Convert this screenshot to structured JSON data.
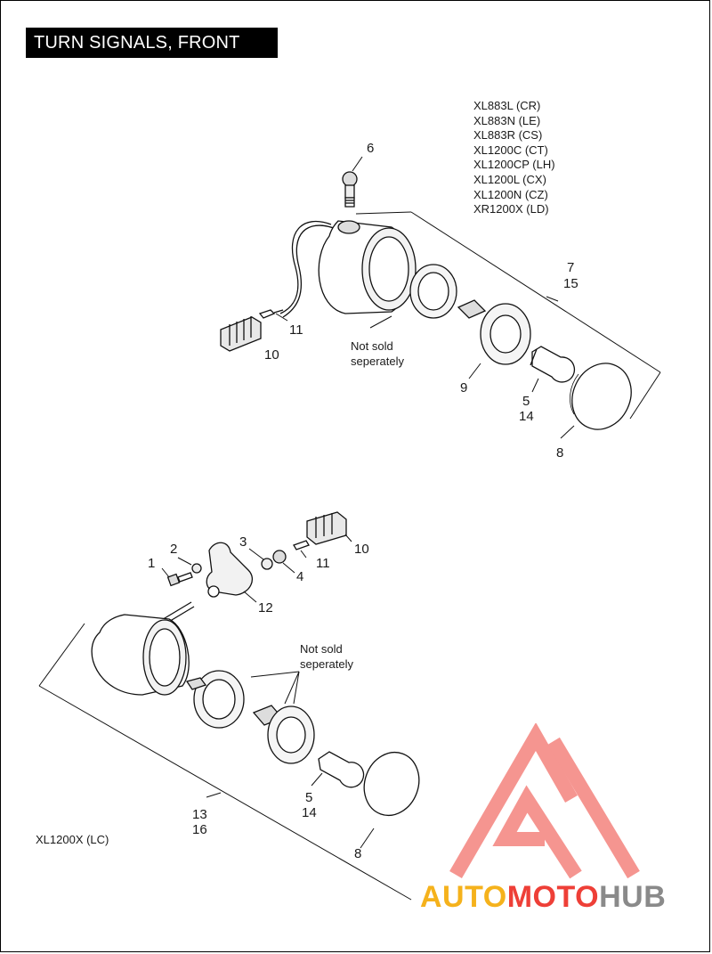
{
  "header": {
    "title": "TURN SIGNALS, FRONT"
  },
  "upper_assembly": {
    "models": [
      "XL883L (CR)",
      "XL883N (LE)",
      "XL883R (CS)",
      "XL1200C (CT)",
      "XL1200CP (LH)",
      "XL1200L (CX)",
      "XL1200N (CZ)",
      "XR1200X (LD)"
    ],
    "note": [
      "Not sold",
      "seperately"
    ],
    "callouts": {
      "c6": "6",
      "c7": "7",
      "c15": "15",
      "c11": "11",
      "c10": "10",
      "c9": "9",
      "c5": "5",
      "c14": "14",
      "c8": "8"
    }
  },
  "lower_assembly": {
    "model": "XL1200X (LC)",
    "note": [
      "Not sold",
      "seperately"
    ],
    "callouts": {
      "c1": "1",
      "c2": "2",
      "c3": "3",
      "c4": "4",
      "c10": "10",
      "c11": "11",
      "c12": "12",
      "c5": "5",
      "c14": "14",
      "c13": "13",
      "c16": "16",
      "c8": "8"
    }
  },
  "watermark": {
    "word_parts": [
      "AUTO",
      "MOTO",
      "HUB"
    ],
    "colors": {
      "auto": "#f5b21c",
      "moto": "#ee3f37",
      "hub": "#8a8a8a",
      "logo": "#ee3f37"
    }
  }
}
